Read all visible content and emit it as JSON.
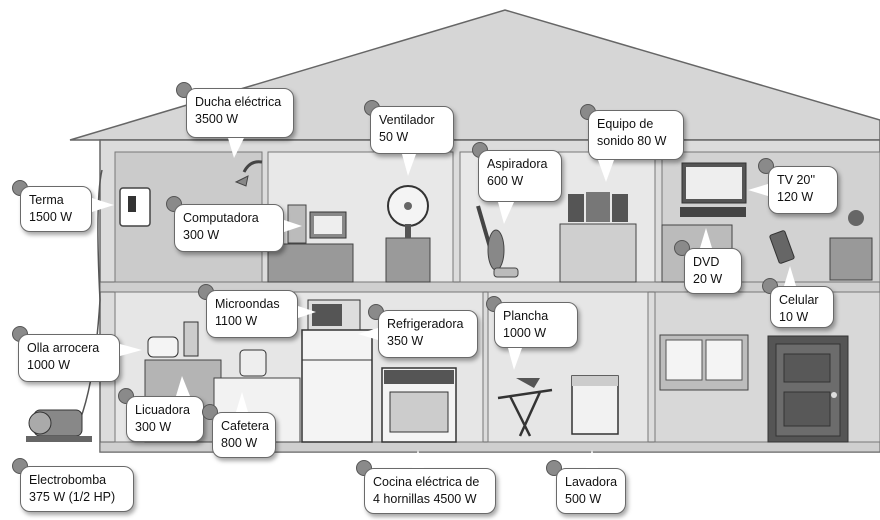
{
  "colors": {
    "wall": "#e4e4e4",
    "roof": "#d4d4d4",
    "outline": "#555555",
    "room": "#e9e9e9",
    "callout_border": "#6a6a6a",
    "dot": "#8a8a8a"
  },
  "appliances": [
    {
      "id": "ducha",
      "name": "Ducha eléctrica",
      "power": "3500 W",
      "icon": "shower-icon"
    },
    {
      "id": "ventilador",
      "name": "Ventilador",
      "power": "50 W",
      "icon": "fan-icon"
    },
    {
      "id": "equipo",
      "name": "Equipo de",
      "power": "sonido 80 W",
      "icon": "stereo-icon"
    },
    {
      "id": "terma",
      "name": "Terma",
      "power": "1500 W",
      "icon": "water-heater-icon"
    },
    {
      "id": "aspiradora",
      "name": "Aspiradora",
      "power": "600 W",
      "icon": "vacuum-icon"
    },
    {
      "id": "tv",
      "name": "TV 20''",
      "power": "120 W",
      "icon": "tv-icon"
    },
    {
      "id": "computadora",
      "name": "Computadora",
      "power": "300 W",
      "icon": "computer-icon"
    },
    {
      "id": "dvd",
      "name": "DVD",
      "power": "20 W",
      "icon": "dvd-icon"
    },
    {
      "id": "celular",
      "name": "Celular",
      "power": "10 W",
      "icon": "cellphone-icon"
    },
    {
      "id": "microondas",
      "name": "Microondas",
      "power": "1100 W",
      "icon": "microwave-icon"
    },
    {
      "id": "refrigeradora",
      "name": "Refrigeradora",
      "power": "350 W",
      "icon": "fridge-icon"
    },
    {
      "id": "plancha",
      "name": "Plancha",
      "power": "1000 W",
      "icon": "iron-icon"
    },
    {
      "id": "olla",
      "name": "Olla arrocera",
      "power": "1000 W",
      "icon": "rice-cooker-icon"
    },
    {
      "id": "licuadora",
      "name": "Licuadora",
      "power": "300 W",
      "icon": "blender-icon"
    },
    {
      "id": "cafetera",
      "name": "Cafetera",
      "power": "800 W",
      "icon": "coffee-maker-icon"
    },
    {
      "id": "electrobomba",
      "name": "Electrobomba",
      "power": "375 W (1/2 HP)",
      "icon": "water-pump-icon"
    },
    {
      "id": "cocina",
      "name": "Cocina eléctrica de",
      "power": "4 hornillas 4500 W",
      "icon": "stove-icon"
    },
    {
      "id": "lavadora",
      "name": "Lavadora",
      "power": "500 W",
      "icon": "washing-machine-icon"
    }
  ]
}
